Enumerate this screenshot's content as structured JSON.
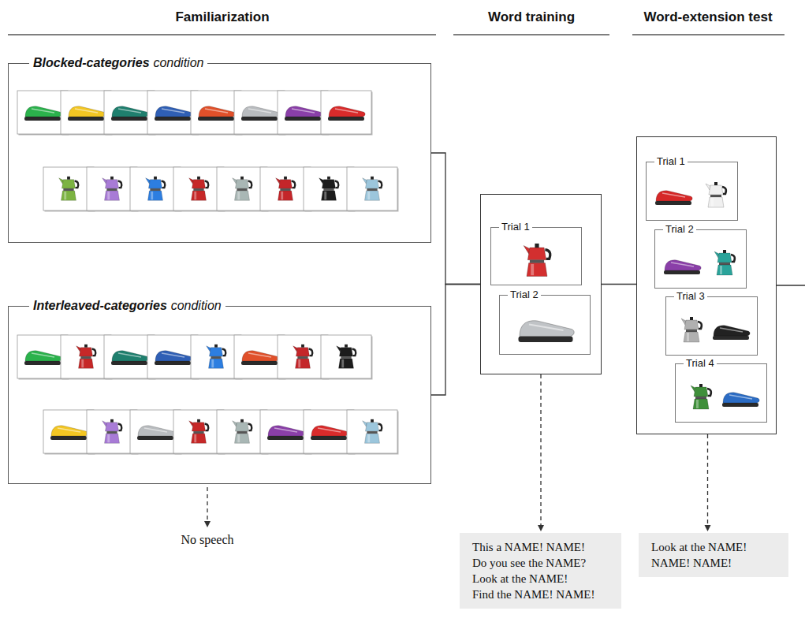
{
  "diagram": {
    "nodes": [
      {
        "text": [
          "Blocked-categories",
          "condition"
        ]
      },
      {
        "text": [
          "Interleaved-categories",
          "condition"
        ]
      },
      {
        "text": []
      },
      {
        "text": [
          "Trial 1"
        ],
        "in": 2
      },
      {
        "text": [
          "Trial 2"
        ],
        "in": 2
      },
      {
        "text": []
      },
      {
        "text": [
          "Trial 1"
        ],
        "in": 5
      },
      {
        "text": [
          "Trial 2"
        ],
        "in": 5
      },
      {
        "text": [
          "Trial 3"
        ],
        "in": 5
      },
      {
        "text": [
          "Trial 4"
        ],
        "in": 5
      },
      {
        "text": [
          "This a NAME! NAME!",
          "Do you see the NAME?",
          "Look at the NAME!",
          "Find the NAME! NAME!"
        ]
      },
      {
        "text": [
          "Look at the NAME!",
          "NAME! NAME!"
        ]
      }
    ],
    "edges": [
      {
        "from": 0,
        "to": 2,
        "arrow": "none"
      },
      {
        "from": 1,
        "to": 2,
        "arrow": "none"
      },
      {
        "from": 2,
        "to": 5,
        "arrow": "none"
      },
      {
        "from": 2,
        "to": 10,
        "arrow": "to"
      },
      {
        "from": 5,
        "to": 11,
        "arrow": "to"
      }
    ],
    "labels": [
      "Familiarization",
      "Word training",
      "Word-extension test",
      "No speech"
    ]
  }
}
